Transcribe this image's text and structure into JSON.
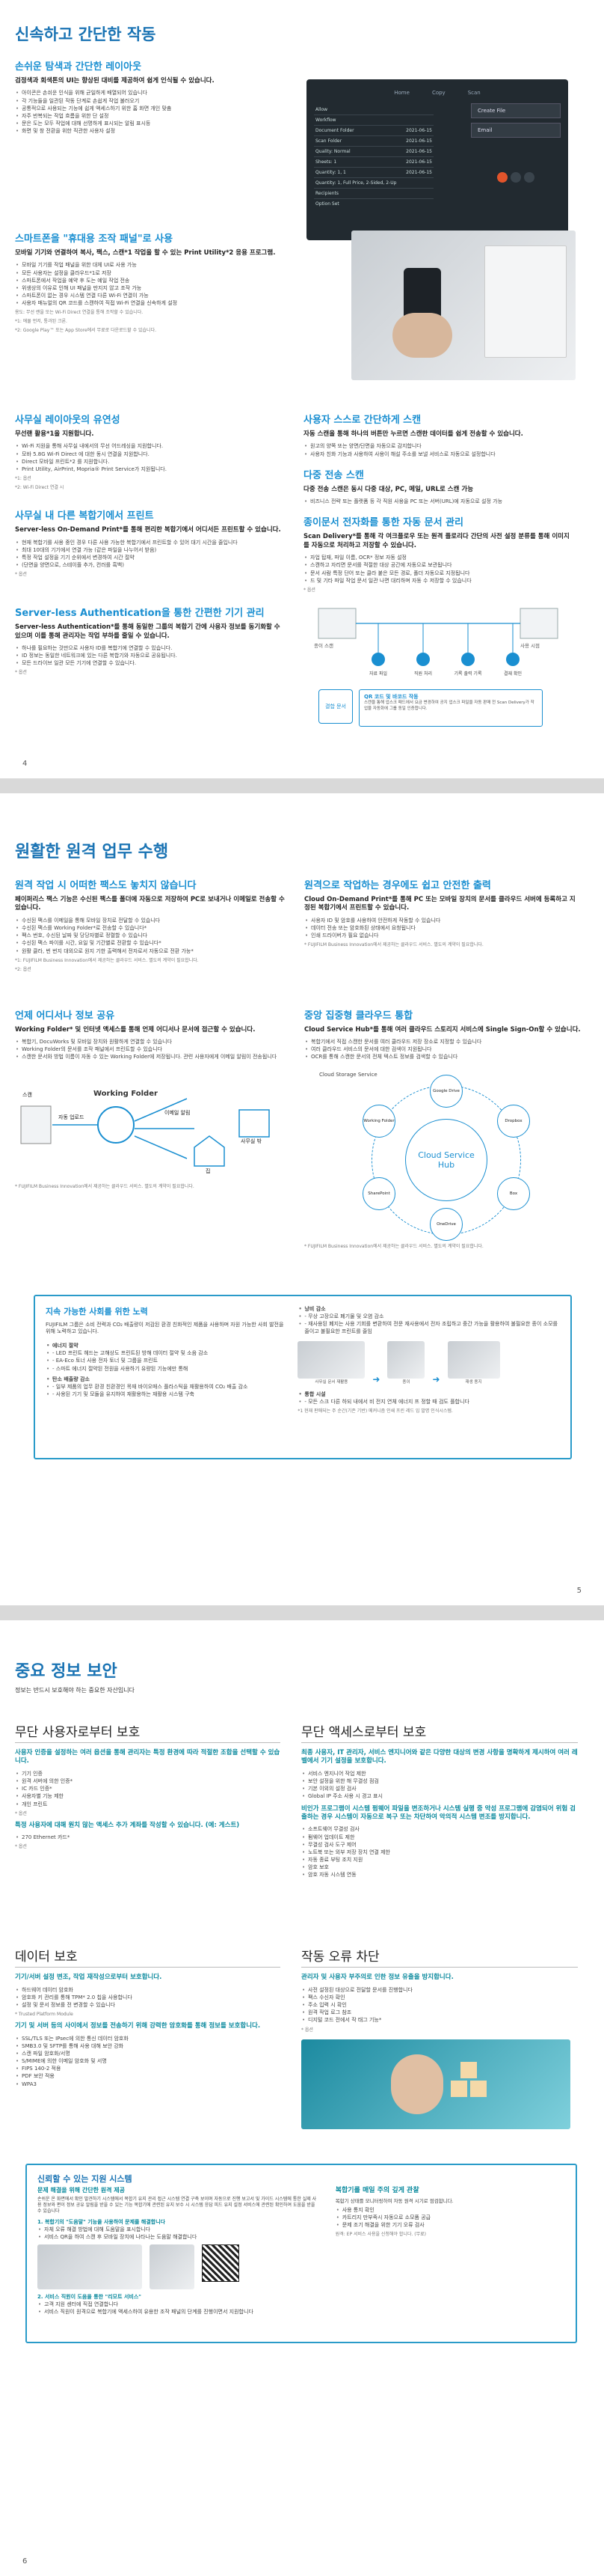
{
  "p1": {
    "title": "신속하고 간단한 작동",
    "s1": {
      "heading": "손쉬운 탐색과 간단한 레이아웃",
      "lead": "검정색과 회색톤의 UI는 향상된 대비를 제공하여 쉽게 인식될 수 있습니다.",
      "bullets": [
        "아이콘은 손쉬운 인식을 위해 균일하게 배열되어 있습니다",
        "각 기능들을 일관된 작동 단계로 손쉽게 작업 불러오기",
        "공통적으로 사용되는 기능에 쉽게 액세스하기 위한 홈 화면 개인 맞춤",
        "자주 반복되는 작업 흐름을 위한 단 설정",
        "문은 도는 모두 작업에 대해 선명하게 표시되는 알림 표시등",
        "화면 및 창 전환을 위한 직관한 사용자 설정"
      ]
    },
    "panel": {
      "tabs": [
        "Home",
        "Copy",
        "Scan"
      ],
      "create": "Create File",
      "email": "Email",
      "rows": [
        [
          "Allow",
          ""
        ],
        [
          "Workflow",
          ""
        ],
        [
          "Document Folder",
          "2021-06-15"
        ],
        [
          "Scan Folder",
          "2021-06-15"
        ],
        [
          "Quality: Normal",
          "2021-06-15"
        ],
        [
          "Sheets: 1",
          "2021-06-15"
        ],
        [
          "Quantity: 1, 1",
          "2021-06-15"
        ],
        [
          "Quantity: 1, Full Price, 2-Sided, 2-Up",
          ""
        ],
        [
          "Recipients",
          ""
        ],
        [
          "Option Set",
          ""
        ]
      ]
    },
    "s2": {
      "heading": "스마트폰을 \"휴대용 조작 패널\"로 사용",
      "lead": "모바일 기기와 연결하여 복사, 팩스, 스캔*1 작업을 할 수 있는 Print Utility*2 응용 프로그램.",
      "bullets": [
        "모바일 기기를 작업 패널을 위한 대체 UI로 사용 가능",
        "모든 사용자는 설정을 클라우드*1로 저장",
        "스마트폰에서 작업을 예약 후 도는 예일 작업 전송",
        "위생상의 이유로 인해 UI 패널을 만지지 않고 조작 가능",
        "스마트폰이 없는 경우 시스템 연결 다른 Wi-Fi 연결이 가능",
        "사용자 매뉴얼의 QR 코드를 스캔하여 직접 Wi-Fi 연결을 신속하게 설정"
      ],
      "fn1": "용도: 무선 랜을 또는 Wi-Fi Direct 연결을 통해 조작할 수 있습니다.",
      "fn2": "*1: 에뮬 먼저, 통과된 크론.",
      "fn3": "*2: Google Play™ 또는 App Store에서 무료로 다운로드할 수 있습니다."
    },
    "s3": {
      "heading": "사무실 레이아웃의 유연성",
      "lead": "무선랜 활용*1을 지원합니다.",
      "bullets": [
        "Wi-Fi 지원을 통해 사무실 내에서의 무선 어드레싱을 지원합니다.",
        "모바 5.8G Wi-Fi Direct 에 대한 동시 연결을 지원합니다.",
        "Direct 모바일 프린트*2 를 지원합니다.",
        "Print Utility, AirPrint, Mopria® Print Service가 지원됩니다."
      ],
      "fn1": "*1: 옵션",
      "fn2": "*2: Wi-Fi Direct 연결 시"
    },
    "s4": {
      "heading": "사무실 내 다른 복합기에서 프린트",
      "lead": "Server-less On-Demand Print*를 통해 편리한 복합기에서 어디서든 프린트할 수 있습니다.",
      "bullets": [
        "현재 복합기를 사용 중인 경우 다른 사용 가능한 복합기에서 프린트할 수 있어 대기 시간을 줄입니다",
        "최대 10대의 기기에서 연결 가능 (같은 파일을 나누어서 받음)",
        "특정 작업 설정을 기기 순위에서 변경하여 시간 절약",
        "(단면을 양면으로, 스테이플 추가, 컨러를 흑백)"
      ],
      "fn1": "* 옵션"
    },
    "s5": {
      "heading": "Server-less  Authentication을 통한 간편한 기기 관리",
      "lead": "Server-less  Authentication*를 통해 동일한 그룹의 복합기 간에 사용자 정보를 동기화할 수 있으며 이를 통해 관리자는 작업 부하를 줄일 수 있습니다.",
      "bullets": [
        "하나를 필요하는 것만으로 사용자 ID를 복합기에 연결할 수 있습니다.",
        "ID 정보는 동일한 네트워크에 있는 다른 복합기와 자동으로 공유됩니다.",
        "모든 드라이브 일관 모든 기기에 연결할 수 있습니다."
      ],
      "fn1": "* 옵션"
    },
    "s6": {
      "heading": "사용자 스스로 간단하게 스캔",
      "lead": "자동 스캔을 통해 하나의 버튼만 누르면 스캔한 데이터를 쉽게 전송할 수 있습니다.",
      "bullets": [
        "원고의 양쪽 또는 양면/단면을 자동으로 감지합니다",
        "사용자 친화 기능과 사용하여 사용이 해설 주소를 보낼 서비스로 자동으로 설정합니다"
      ]
    },
    "s7": {
      "heading": "다중 전송 스캔",
      "lead": "다중 전송 스캔은 동시 다중 대상, PC, 메일, URL로 스캔 가능",
      "bullets": [
        "비즈니스 전략 또는 플랫폼 등 각 직원 사용을 PC 또는 서버(URL)에 자동으로 설정 가능"
      ]
    },
    "s8": {
      "heading": "종이문서 전자화를 통한 자동 문서 관리",
      "lead": "Scan Delivery*를 통해 각 여크플로우 또는 원격 플로리다 간단의 사전 설정 분류를 통해 이미지를 자동으로 처리하고 저장할 수 있습니다.",
      "bullets": [
        "자업 탑재, 파일 이름, OCR* 정보 자동 설정",
        "스캔하고 자리면 문서를 적절한 대상 공간에 자동으로 보관됩니다",
        "문서 사람 특정 단어 또는 클라 붙은 모든 경로, 폴더 자동으로 지정됩니다",
        "드 및 기타 파일 작업 문서 일관 나면 대리하며 자동 수 저장할 수 있습니다"
      ],
      "fn1": "* 옵션"
    },
    "diagram": {
      "left": "종이 스캔",
      "right": "사용 시점",
      "items": [
        "자료 파일",
        "직원 처리",
        "기록 출력 기록",
        "결재 확인"
      ],
      "qr_title": "QR 코드 및 바코드 작동",
      "qr_text": "스캔을 통해 업스크 패드에서 요금 변경하여 공지 업스크 파일을 자동 판매 전 Scan Delivery가 작업물 자동화에 그룹 동일 인증합니다.",
      "qr_label": "결합\n문서"
    },
    "page_no": "4"
  },
  "p2": {
    "title": "원활한 원격 업무 수행",
    "s1": {
      "heading": "원격 작업 시 어떠한 팩스도 놓치지 않습니다",
      "lead": "페이퍼리스 팩스 기능은 수신된 팩스를 폴더에 자동으로 저장하여 PC로 보내거나 이메일로 전송할 수 있습니다.",
      "bullets": [
        "수신된 팩스를 이메일을 통해 모바일 장치로 전달할 수 있습니다",
        "수신된 팩스를 Working Folder*로 전송할 수 있습니다*",
        "팩스 번호, 수신된 날짜 및 당당자별로 정렬할 수 있습니다",
        "수신된 팩스 파이를 시간, 요일 및 기간별로 전환할 수 있습니다*",
        "원활 클라, 번 번지 대외으로 원지 기한 출력해서 전자로서 자동으로 전환 가능*"
      ],
      "fn1": "*1: FUJIFILM Business Innovation에서 제공하는 클라우드 서비스. 별도의 계약이 필요합니다.",
      "fn2": "*2: 옵션"
    },
    "s2": {
      "heading": "원격으로 작업하는 경우에도 쉽고 안전한 출력",
      "lead": "Cloud On-Demand Print*를 통해 PC 또는 모바일 장치의 문서를 클라우드 서버에 등록하고 지정된 복합기에서 프린트할 수 있습니다.",
      "bullets": [
        "사용자 ID 및 암호를 사용하여 안전하게 작동할 수 있습니다",
        "데이터 전송 또는 암호화된 상태에서 요청됩니다",
        "인쇄 드라이버가 필요 없습니다"
      ],
      "fn1": "* FUJIFILM Business Innovation에서 제공하는 클라우드 서비스. 별도의 계약이 필요합니다."
    },
    "s3": {
      "heading": "언제 어디서나 정보 공유",
      "lead": "Working Folder* 및 인터넷 액세스를 통해 언제 어디서나 문서에 접근할 수 있습니다.",
      "bullets": [
        "복합기, DocuWorks 및 모바일 장치와 원활하게 연결할 수 있습니다",
        "Working Folder의 문서를 조작 패널에서 프린트할 수 있습니다",
        "스캔한 문서와 방법 이름이 자동 수 있는 Working Folder에 저장됩니다. 관련 사용자에게 이메일 알림이 전송됩니다"
      ],
      "fn1": "* FUJIFILM Business Innovation에서 제공하는 클라우드 서비스. 별도의 계약이 필요합니다."
    },
    "wf": {
      "scan": "스캔",
      "upload": "자동 업로드",
      "title": "Working Folder",
      "mail": "이메일 알림",
      "user": "사무실 밖",
      "home": "집"
    },
    "s4": {
      "heading": "중앙 집중형 클라우드 통합",
      "lead": "Cloud Service Hub*를 통해 여러 클라우드 스토리지 서비스에 Single Sign-On할 수 있습니다.",
      "bullets": [
        "복합기에서 직접 스캔한 문서를 여러 클라우드 저장 장소로 지정할 수 있습니다",
        "여러 클라우드 서비스의 문서에 대한 검색이 지원됩니다",
        "OCR를 통해 스캔한 문서의 전체 텍스트 정보를 검색할 수 있습니다"
      ],
      "fn1": "* FUJIFILM Business Innovation에서 제공하는 클라우드 서비스. 별도의 계약이 필요합니다."
    },
    "hub": {
      "storage": "Cloud Storage Service",
      "center1": "Cloud Service",
      "center2": "Hub",
      "nodes": [
        "Google Drive",
        "Dropbox",
        "Box",
        "OneDrive",
        "SharePoint",
        "Working Folder"
      ]
    },
    "eco": {
      "heading": "지속 가능한 사회를 위한 노력",
      "lead": "FUJIFILM 그룹은 소비 전력과 CO₂ 배출량이 저감된 환경 친화적인 제품을 사용하며 자원 가능한 사회 발전을 위해 노력하고 있습니다.",
      "l_items": [
        "에너지 절약",
        "- LED 프린트 헤드는 고해상도 프린트된 방해 데이터 절약 및 소음 감소",
        "- EA-Eco 토너 사용 전자 토너 및 그룹을 프린트",
        "- 스마트 에너지 절약된 전원을 사용하기 유량된 기능에만 통해",
        "탄소 배출량 감소",
        "- 일부 제품의 업무 환경 친환경인 목재 바이오매스 플라스틱을 재활용하여 CO₂ 배출 감소",
        "- 사용된 기기 및 모듈을 유지하여 재활용하는 재활용 시스템 구축"
      ],
      "r_items": [
        "낭비 감소",
        "- 무상 고장으로 폐기물 및 오염 감소",
        "- 재사용된 폐지는 사용 기회를 변환하여 전문 재사용에서 전자 조립하고 중간 가능을 활용하여 불필요한 종이 소모를 줄이고 불필요한 프린트를 줄임",
        "통합 시설",
        "- 모든 스크 다른 하되 내에서 비 전지 연체 에너지 프 정할 때 검도 플합니다",
        "*1 현재 판매되는 주 순간(기존 기반) 메커니즘 인쇄 프린 레드 임 발명 인식시스템."
      ],
      "img_labels": [
        "사무실 문서 재활용",
        "종이",
        "재생 용지"
      ]
    },
    "page_no": "5"
  },
  "p3": {
    "title": "중요 정보 보안",
    "subtitle": "정보는 반드시 보호해야 하는 중요한 자산입니다",
    "s1": {
      "heading": "무단 사용자로부터 보호",
      "lead": "사용자 인증을 설정하는 여러 옵션을 통해 관리자는 특정 환경에 따라 적절한 조합을 선택할 수 있습니다.",
      "bullets": [
        "기기 인증",
        "원격 서버에 의한 인증*",
        "IC 카드 인증*",
        "사용자별 기능 제한",
        "개인 프린트"
      ],
      "fn1": "* 옵션",
      "lead2": "특정 사용자에 대해 원치 않는 액세스 추가 계좌를 작성할 수 있습니다. (예: 게스트)",
      "bullets2": [
        "270 Ethernet 카드*"
      ],
      "fn2": "* 옵션"
    },
    "s2": {
      "heading": "무단 액세스로부터 보호",
      "lead": "최종 사용자, IT 관리자, 서비스 엔지니어와 같은 다양한 대상의 변경 사항을 명확하게 제시하여 여러 레벨에서 기기 설정을 보호합니다.",
      "bullets": [
        "서비스 엔지니어 작업 제한",
        "보안 설정을 위한 해 무결성 점검",
        "기본 이외의 설정 검사",
        "Global IP 주소 사용 시 경고 표시"
      ],
      "lead2": "비인가 프로그램이 시스템 펌웨어 파일을 변조하거나 시스템 실행 중 악성 프로그램에 감염되어 위험 검출하는 경우 시스템이 자동으로 복구 또는 차단하여 악의적 시스템 변조를 방지합니다.",
      "bullets2": [
        "소프트웨어 무결성 검사",
        "펌웨어 업데이트 제한",
        "무결성 검사 도구 제어",
        "노트북 또는 외부 저장 장치 연결 제한",
        "자동 종료 부팅 조치 지원",
        "암호 보호",
        "암호 자동 시스템 연동"
      ]
    },
    "s3": {
      "heading": "데이터 보호",
      "lead": "기기/서버 설정 변조, 작업 재작성으로부터 보호합니다.",
      "bullets": [
        "하드웨어 데이터 암호화",
        "암호화 키 관리를 통해 TPM* 2.0 칩을 사용합니다",
        "설정 및 문서 정보를 전 변경할 수 있습니다",
        "* Trusted Platform Module"
      ],
      "lead2": "기기 및 서버 등의 사이에서 정보를 전송하기 위해 강력한 암호화를 통해 정보를 보호합니다.",
      "bullets2": [
        "SSL/TLS 또는 IPsec에 의한 통신 데이터 암호화",
        "SMB3.0 및 SFTP를 통해 사용 대해 보안 강화",
        "스캔 파일 암호화/서명",
        "S/MIME에 의한 이메일 암호화 및 서명",
        "FIPS 140-2 적용",
        "PDF 보안 적용",
        "WPA3"
      ]
    },
    "s4": {
      "heading": "작동 오류 차단",
      "lead": "관리자 및 사용자 부주의로 인한 정보 유출을 방지합니다.",
      "bullets": [
        "사전 설정된 대상으로 전달할 문서를 진행합니다",
        "팩스 수신자 확인",
        "주소 입력 시 확인",
        "원격 작업 로그 참조",
        "디지털 코드 전에서 작 태그 기능*"
      ],
      "fn1": "* 옵션"
    },
    "sys": {
      "heading": "신뢰할 수 있는 지원 시스템",
      "sub": "문제 해결을 위해 간단한 원격 제공",
      "lead": "손쉬운 온 화면에서 확인 발견하기 시스템에서 복합기 유지 관리 접근 시스템 연결 구축 보이며 자동으로 진행 보고서 및 가이드 시스템에 통한 실제 사용 정보와 편이 정보 공유 알림을 받을 수 있는 기능 복합기에 관련된 유지 보수 시 시스템 응답 피드 유지 설정 서비스에 관련된 확인하여 도움을 받을 수 있습니다",
      "b1_title": "1. 복합기의 \"도움말\" 기능을 사용하여 문제를 해결합니다",
      "b1": [
        "자체 오류 해결 방법에 대해 도움말을 표시합니다",
        "서비스 QR을 하여 스캔 후 모바일 장치에 나타나는 도움말 해결합니다"
      ],
      "b2_title": "2. 서비스 직원이 도움을 통한 \"리모트 서비스\"",
      "b2": [
        "고객 지원 센터에 직접 연결합니다",
        "서비스 직원이 원격으로 복합기에 액세스하여 유용한 조작 패널의 단계를 진행이면서 지원합니다"
      ],
      "r_title": "복합기를 매일 주의 깊게 관찰",
      "r_lead": "복합기 상태를 모니터링하여 자동 원격 시기로 점검합니다.",
      "r_bullets": [
        "사용 통지 확인",
        "카트리지 만부족시 자동으로 소모품 공급",
        "문제 조기 해결을 위한 기기 오류 검사"
      ],
      "r_fn": "원격: EP 서비스 사용을 신청해야 합니다. (무료)"
    },
    "page_no": "6"
  }
}
